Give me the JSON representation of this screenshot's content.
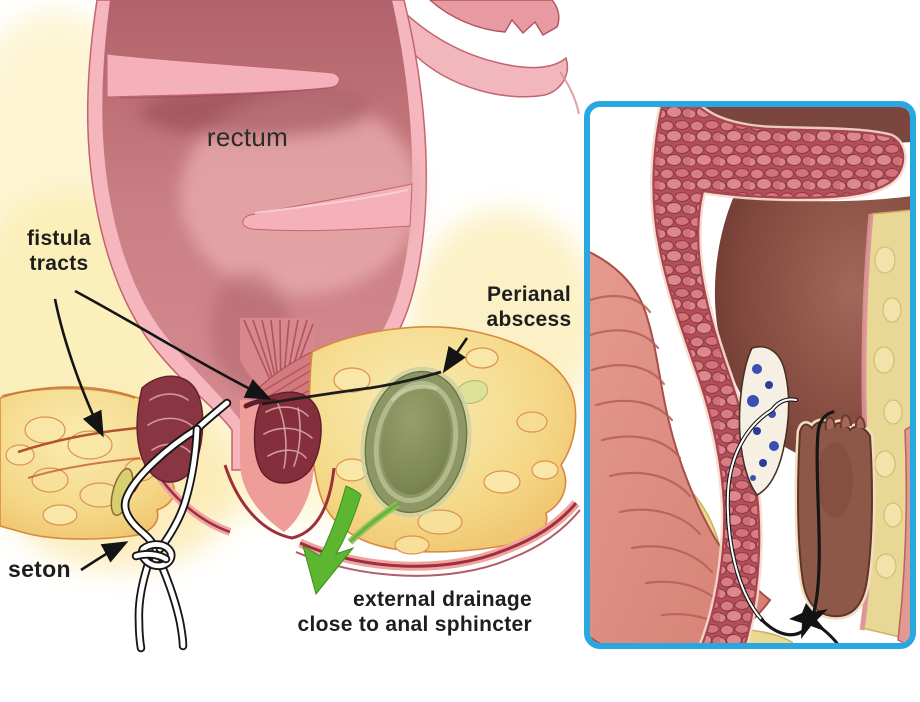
{
  "figure": {
    "description": "Medical illustration of anal fistula tracts with seton placement, perianal abscess and external drainage; inset shows seton looped through fistula beside anal sphincter."
  },
  "labels": {
    "rectum": "rectum",
    "fistula_tracts": {
      "line1": "fistula",
      "line2": "tracts"
    },
    "perianal_abscess": {
      "line1": "Perianal",
      "line2": "abscess"
    },
    "seton": "seton",
    "external_drainage": {
      "line1": "external drainage",
      "line2": "close to anal sphincter"
    }
  },
  "colors": {
    "background": "#ffffff",
    "inset_border": "#29a7e0",
    "green_arrow": "#5cb630",
    "abscess_green": "#7d8752",
    "rectum_wall_pink": "#f5b6bd",
    "sphincter_maroon": "#842f3b",
    "fat_yellow": "#f3d98c",
    "label_text": "#1e1e1e"
  }
}
